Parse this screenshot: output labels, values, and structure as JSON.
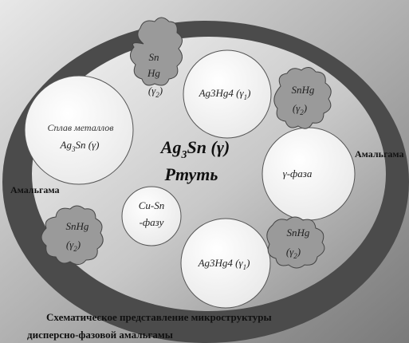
{
  "labels": {
    "central_compound": "Ag",
    "central_sub": "3",
    "central_rest": "Sn (γ)",
    "central_mercury": "Ртуть",
    "alloy_line1": "Сплав металлов",
    "alloy_line2_base": "Ag",
    "alloy_line2_sub": "3",
    "alloy_line2_rest": "Sn (γ)",
    "ag3hg4_top": "Ag3Hg4 (γ",
    "ag3hg4_top_sub": "1",
    "ag3hg4_bottom": "Ag3Hg4 (γ",
    "ag3hg4_bottom_sub": "1",
    "gamma_phase": "γ-фаза",
    "cu_sn_line1": "Cu-Sn",
    "cu_sn_line2": "-фазу",
    "sn_top_1": "Sn",
    "sn_top_2": "Hg",
    "sn_top_3": "(γ",
    "sn_top_sub": "2",
    "snhg_right_top_1": "SnHg",
    "snhg_right_top_2": "(γ",
    "snhg_right_top_sub": "2",
    "snhg_left_bottom_1": "SnHg",
    "snhg_left_bottom_2": "(γ",
    "snhg_left_bottom_sub": "2",
    "snhg_right_bottom_1": "SnHg",
    "snhg_right_bottom_2": "(γ",
    "snhg_right_bottom_sub": "2",
    "amalgam_left": "Амальгама",
    "amalgam_right": "Амальгама"
  },
  "caption": {
    "line1": "Схематическое представление микроструктуры",
    "line2": "дисперсно-фазовой амальгамы"
  },
  "colors": {
    "outer_ring": "#4a4a4a",
    "inner_fill_light": "#f2f2f2",
    "inner_fill_dark": "#8a8a8a",
    "circle_fill": "#f5f5f5",
    "cloud_fill": "#9a9a9a",
    "text_dark": "#111111"
  }
}
